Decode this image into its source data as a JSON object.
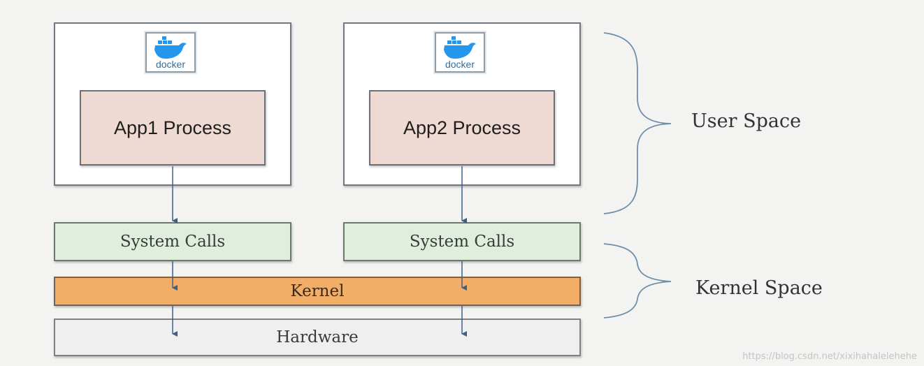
{
  "containers": [
    {
      "logo_text": "docker",
      "app_label": "App1 Process",
      "syscall_label": "System Calls"
    },
    {
      "logo_text": "docker",
      "app_label": "App2 Process",
      "syscall_label": "System Calls"
    }
  ],
  "kernel_label": "Kernel",
  "hardware_label": "Hardware",
  "user_space_label": "User Space",
  "kernel_space_label": "Kernel Space",
  "watermark": "https://blog.csdn.net/xixihahalelehehe",
  "colors": {
    "app_fill": "#efd9d3",
    "syscall_fill": "#dfeedd",
    "kernel_fill": "#f2ad66",
    "hardware_fill": "#efefef",
    "arrow": "#3f5f8a",
    "brace": "#6f8ea8",
    "docker_blue": "#2496ed"
  }
}
